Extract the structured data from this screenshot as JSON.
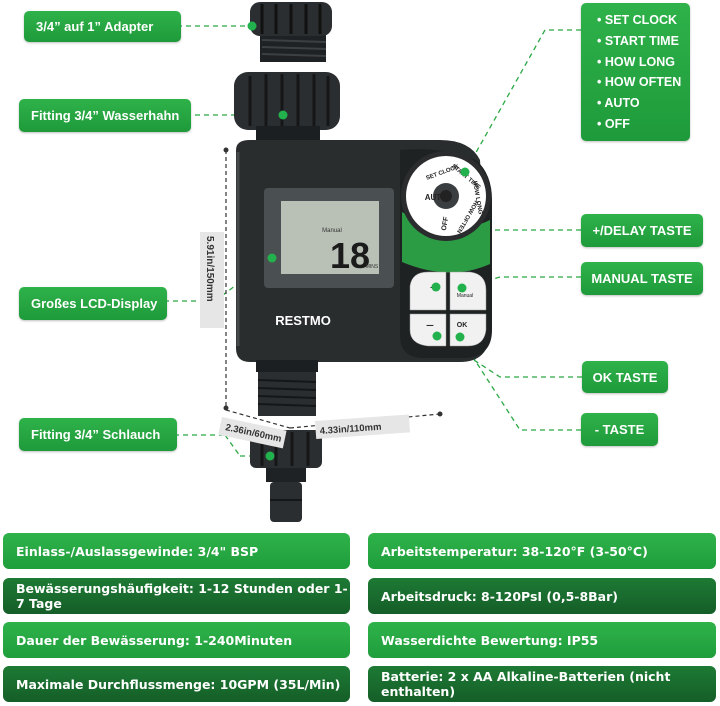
{
  "callouts": {
    "adapter": "3/4”   auf 1”  Adapter",
    "fitting_tap": "Fitting 3/4”  Wasserhahn",
    "lcd": "Großes LCD-Display",
    "fitting_hose": "Fitting 3/4”  Schlauch",
    "plus_delay": "+/DELAY TASTE",
    "manual": "MANUAL TASTE",
    "ok": "OK TASTE",
    "minus": "- TASTE"
  },
  "modes": [
    "SET CLOCK",
    "START TIME",
    "HOW LONG",
    "HOW OFTEN",
    "AUTO",
    "OFF"
  ],
  "device": {
    "brand": "RESTMO",
    "lcd_digits": "18",
    "lcd_label": "Manual",
    "lcd_unit": "MINS",
    "dial_center": "AUTO",
    "dial_labels": {
      "set_clock": "SET CLOCK",
      "start_time": "START TIME",
      "how_long": "HOW LONG",
      "how_often": "HOW OFTEN",
      "off": "OFF"
    },
    "btn_plus": "+",
    "btn_minus": "−",
    "btn_manual": "Manual",
    "btn_ok": "OK"
  },
  "dimensions": {
    "height": "5.91in/150mm",
    "depth": "2.36in/60mm",
    "width": "4.33in/110mm"
  },
  "specs": {
    "inlet": "Einlass-/Auslassgewinde: 3/4\" BSP",
    "temperature": "Arbeitstemperatur: 38-120°F (3-50°C)",
    "frequency": "Bewässerungshäufigkeit: 1-12 Stunden oder 1-7 Tage",
    "pressure": "Arbeitsdruck: 8-120PsI (0,5-8Bar)",
    "duration": "Dauer der Bewässerung: 1-240Minuten",
    "rating": "Wasserdichte Bewertung: IP55",
    "flow": "Maximale Durchflussmenge: 10GPM (35L/Min)",
    "battery": "Batterie: 2 x AA Alkaline-Batterien (nicht enthalten)"
  },
  "colors": {
    "green_light": "#2fb24a",
    "green_dark": "#1d7a34",
    "body": "#2a2d2e",
    "lcd": "#b9c1b6"
  }
}
